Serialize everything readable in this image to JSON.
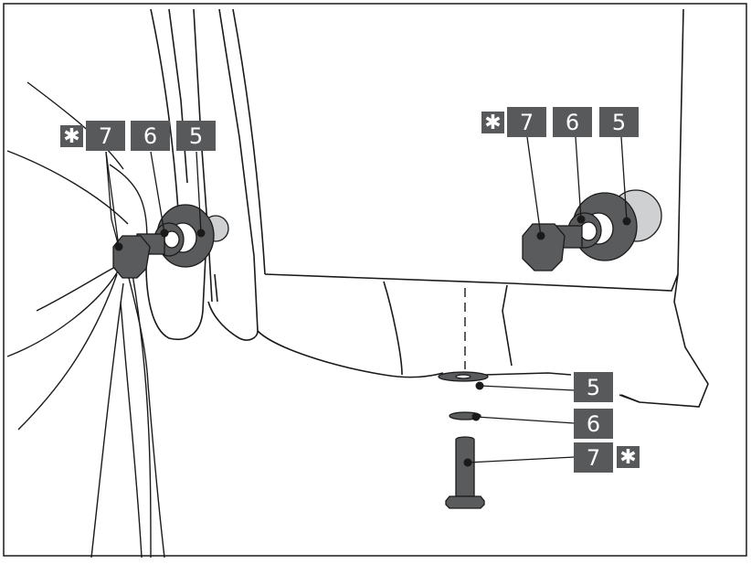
{
  "callouts": {
    "left_group": {
      "star": "✱",
      "nut": "7",
      "washer_small": "6",
      "washer_large": "5"
    },
    "right_group": {
      "star": "✱",
      "nut": "7",
      "washer_small": "6",
      "washer_large": "5"
    },
    "bottom_group": {
      "washer_large": "5",
      "washer_small": "6",
      "bolt": "7",
      "star": "✱"
    }
  },
  "colors": {
    "callout_fill": "#58595b",
    "callout_text": "#ffffff",
    "hardware_fill": "#5a5b5d",
    "line": "#1a1a1a"
  }
}
